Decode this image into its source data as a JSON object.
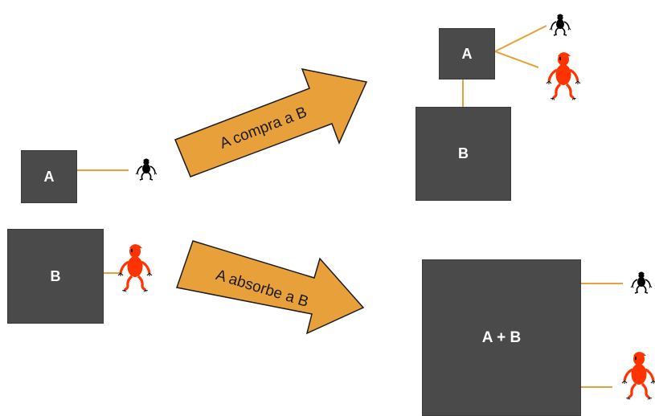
{
  "colors": {
    "box_fill": "#4a4a4a",
    "box_text": "#ffffff",
    "connector": "#e8a13a",
    "arrow_fill": "#e8a13a",
    "arrow_stroke": "#1a1a1a",
    "owner_small": "#000000",
    "owner_large": "#ff3300"
  },
  "icons": [
    "small-black-person-icon",
    "large-red-person-icon"
  ],
  "before": {
    "company_a": "A",
    "company_b": "B"
  },
  "arrows": {
    "purchase": "A compra a B",
    "absorption": "A absorbe a B"
  },
  "purchase_result": {
    "company_a": "A",
    "company_b": "B"
  },
  "absorption_result": {
    "merged": "A + B"
  }
}
